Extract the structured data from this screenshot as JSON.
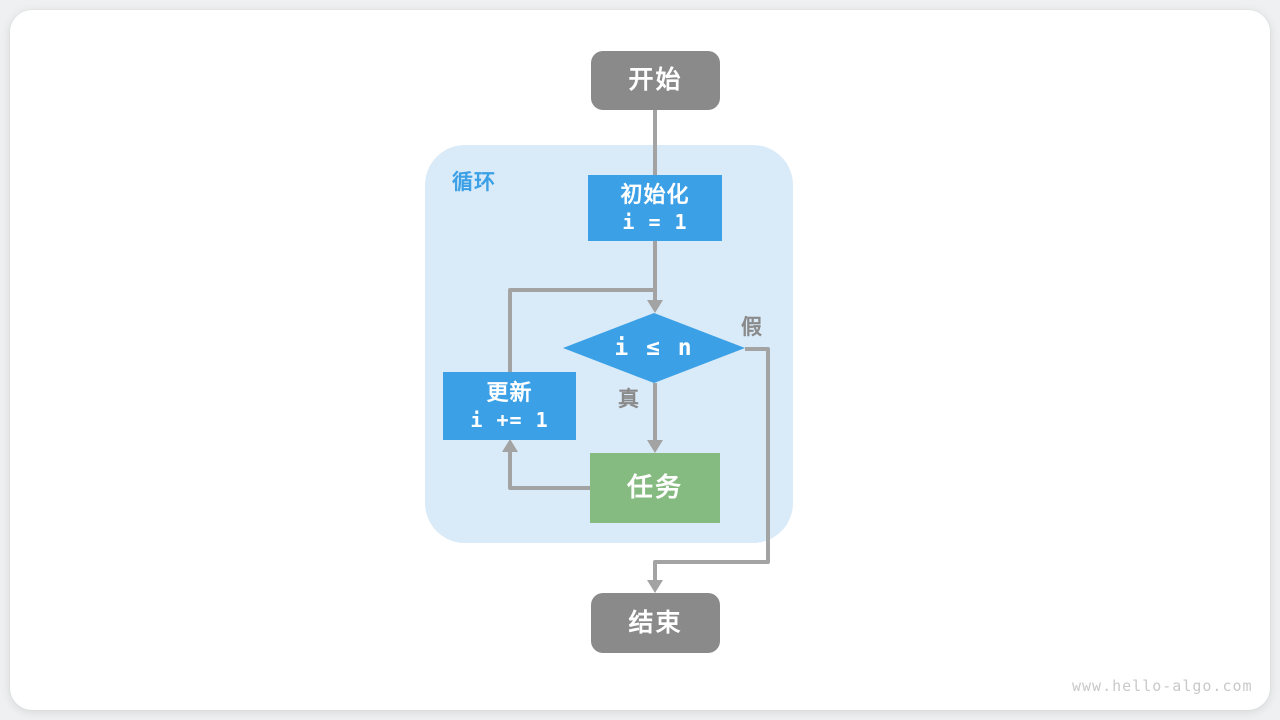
{
  "page": {
    "watermark": "www.hello-algo.com"
  },
  "flowchart": {
    "loop_container": {
      "label": "循环"
    },
    "nodes": {
      "start": {
        "label": "开始"
      },
      "init": {
        "line1": "初始化",
        "line2": "i = 1"
      },
      "condition": {
        "label": "i ≤ n"
      },
      "update": {
        "line1": "更新",
        "line2": "i += 1"
      },
      "task": {
        "label": "任务"
      },
      "end": {
        "label": "结束"
      }
    },
    "edge_labels": {
      "true_branch": "真",
      "false_branch": "假"
    },
    "colors": {
      "node_blue": "#3ca0e6",
      "node_green": "#85ba80",
      "node_gray": "#8a8a8a",
      "loop_container_bg": "#d9eaf8",
      "connector_line": "#a3a3a3",
      "edge_label_gray": "#8a8a8a",
      "card_bg": "#ffffff"
    }
  }
}
